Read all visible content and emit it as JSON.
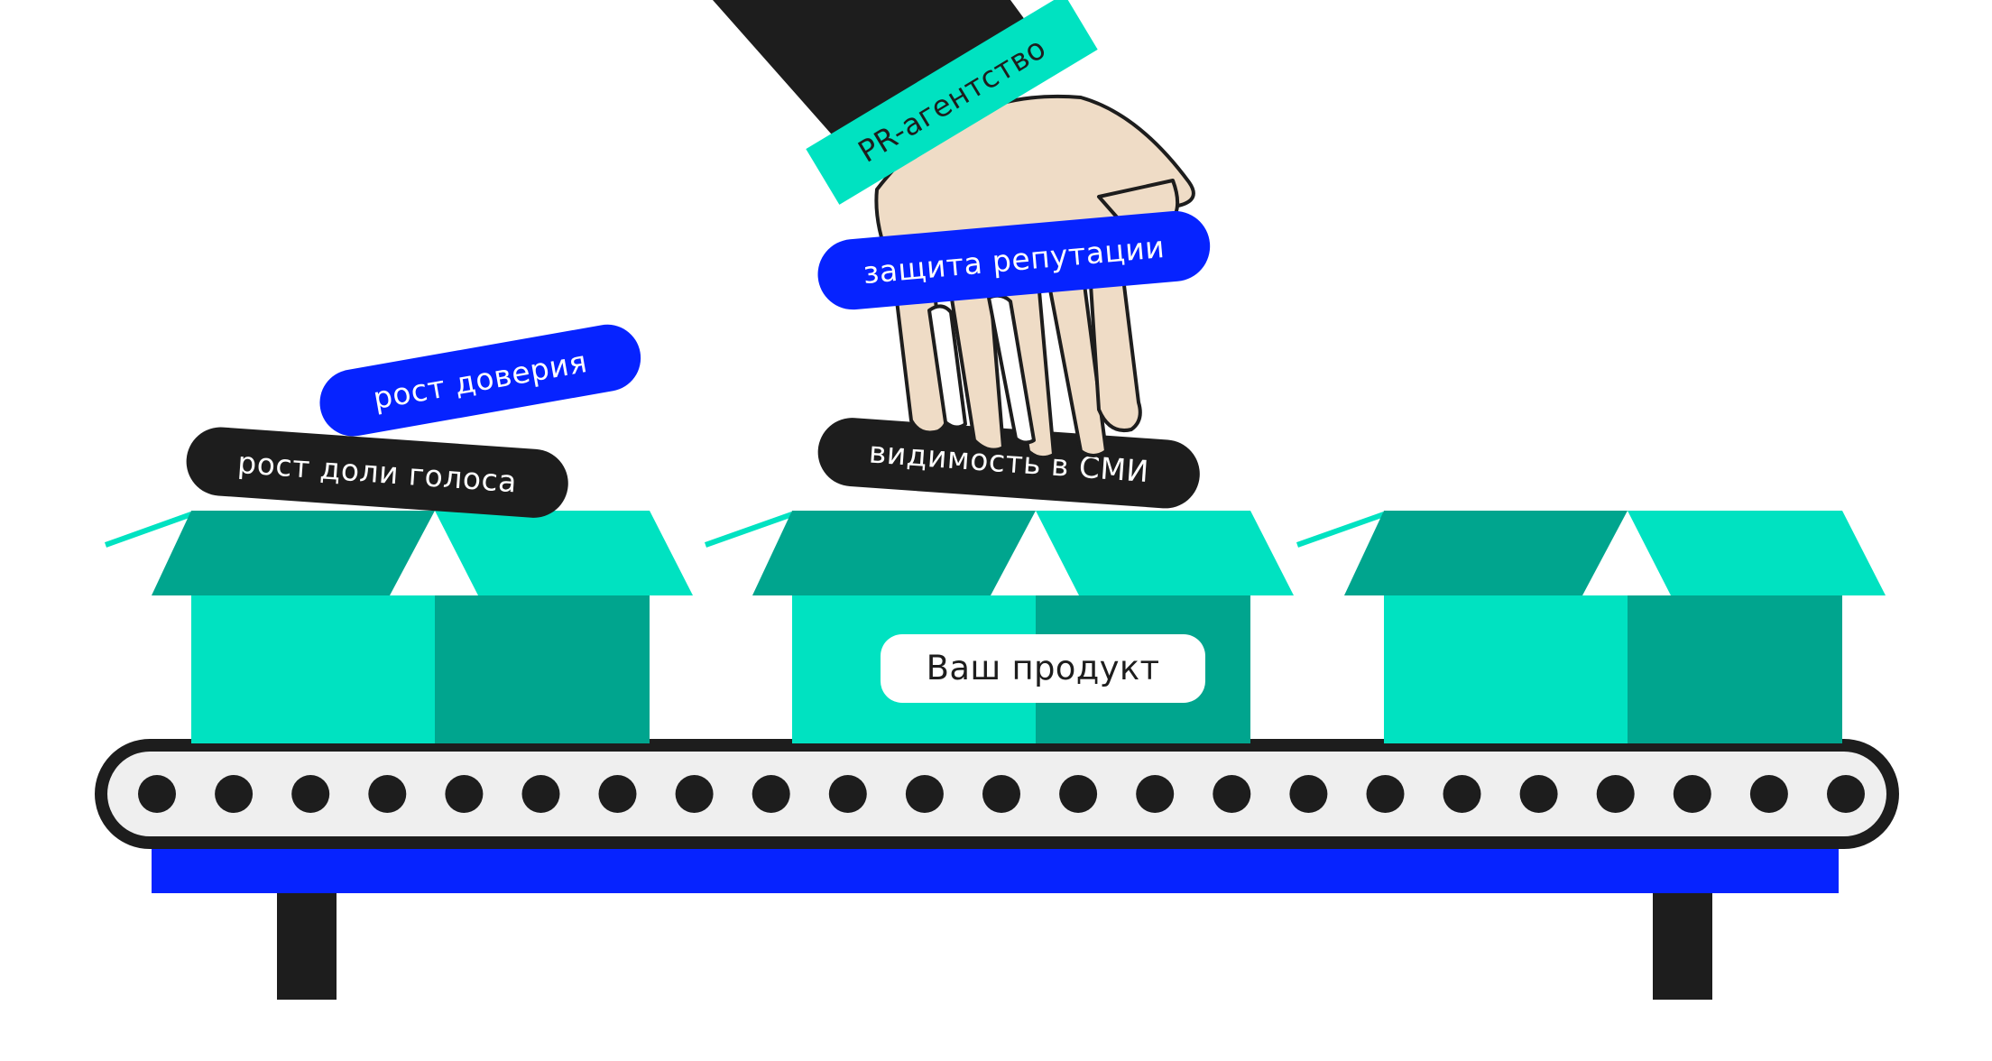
{
  "colors": {
    "mint": "#00e2c1",
    "teal_dark": "#00a58e",
    "blue": "#0623ff",
    "black": "#1d1d1d",
    "skin": "#efdcc6",
    "belt_fill": "#efefef",
    "white": "#ffffff"
  },
  "sleeve": {
    "tag_label": "PR-агентство"
  },
  "labels": {
    "reputation": "защита репутации",
    "trust": "рост доверия",
    "share_of_voice": "рост доли голоса",
    "media_visibility": "видимость в СМИ",
    "product": "Ваш продукт"
  },
  "icons": [
    "conveyor-belt-icon",
    "open-box-icon",
    "hand-icon",
    "sleeve-icon"
  ]
}
